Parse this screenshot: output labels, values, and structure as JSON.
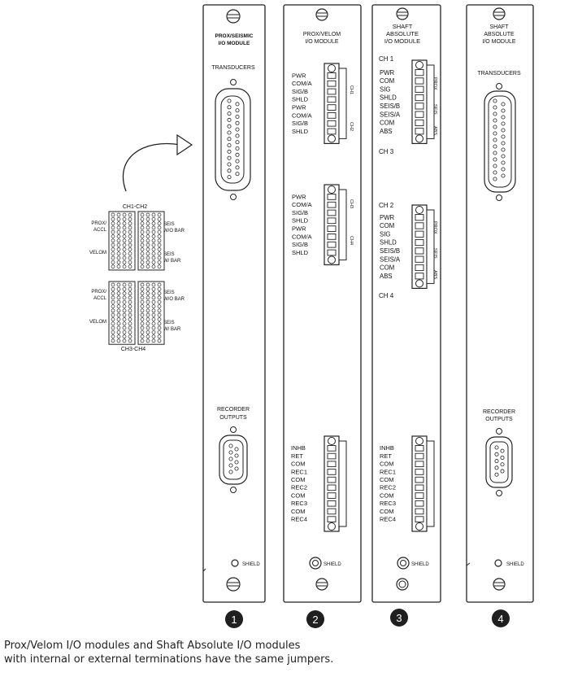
{
  "jumper_block": {
    "top_title": "CH1-CH2",
    "bottom_title": "CH3-CH4",
    "left_labels_top": [
      "PROX/",
      "ACCL",
      "VELOM"
    ],
    "right_labels_top": [
      "SEIS",
      "W/O BAR",
      "SEIS",
      "W/ BAR"
    ],
    "left_labels_bottom": [
      "PROX/",
      "ACCL",
      "VELOM"
    ],
    "right_labels_bottom": [
      "SEIS",
      "W/O BAR",
      "SEIS",
      "W/ BAR"
    ]
  },
  "modules": [
    {
      "number": "1",
      "title": [
        "PROX/SEISMIC",
        "I/O MODULE"
      ],
      "transducers_label": "TRANSDUCERS",
      "recorder_label": [
        "RECORDER",
        "OUTPUTS"
      ],
      "shield_label": "SHIELD"
    },
    {
      "number": "2",
      "title": [
        "PROX/VELOM",
        "I/O MODULE"
      ],
      "block_a_pins": [
        "PWR",
        "COM/A",
        "SIG/B",
        "SHLD",
        "PWR",
        "COM/A",
        "SIG/B",
        "SHLD"
      ],
      "block_a_side": [
        "CH1",
        "CH2"
      ],
      "block_b_pins": [
        "PWR",
        "COM/A",
        "SIG/B",
        "SHLD",
        "PWR",
        "COM/A",
        "SIG/B",
        "SHLD"
      ],
      "block_b_side": [
        "CH3",
        "CH4"
      ],
      "rec_pins": [
        "INHB",
        "RET",
        "COM",
        "REC1",
        "COM",
        "REC2",
        "COM",
        "REC3",
        "COM",
        "REC4"
      ],
      "shield_label": "SHIELD"
    },
    {
      "number": "3",
      "title": [
        "SHAFT",
        "ABSOLUTE",
        "I/O MODULE"
      ],
      "ch_top": [
        "CH 1",
        "CH 3"
      ],
      "block_a_pins": [
        "PWR",
        "COM",
        "SIG",
        "SHLD",
        "SEIS/B",
        "SEIS/A",
        "COM",
        "ABS"
      ],
      "ch_bottom": [
        "CH 2",
        "CH 4"
      ],
      "block_b_pins": [
        "PWR",
        "COM",
        "SIG",
        "SHLD",
        "SEIS/B",
        "SEIS/A",
        "COM",
        "ABS"
      ],
      "rec_pins": [
        "INHB",
        "RET",
        "COM",
        "REC1",
        "COM",
        "REC2",
        "COM",
        "REC3",
        "COM",
        "REC4"
      ],
      "side_text": [
        "PROX",
        "SEIS",
        "ABS"
      ],
      "shield_label": "SHIELD"
    },
    {
      "number": "4",
      "title": [
        "SHAFT",
        "ABSOLUTE",
        "I/O MODULE"
      ],
      "transducers_label": "TRANSDUCERS",
      "recorder_label": [
        "RECORDER",
        "OUTPUTS"
      ],
      "shield_label": "SHIELD"
    }
  ],
  "caption": [
    "Prox/Velom I/O modules and Shaft Absolute I/O modules",
    "with internal or external terminations have the same jumpers."
  ]
}
